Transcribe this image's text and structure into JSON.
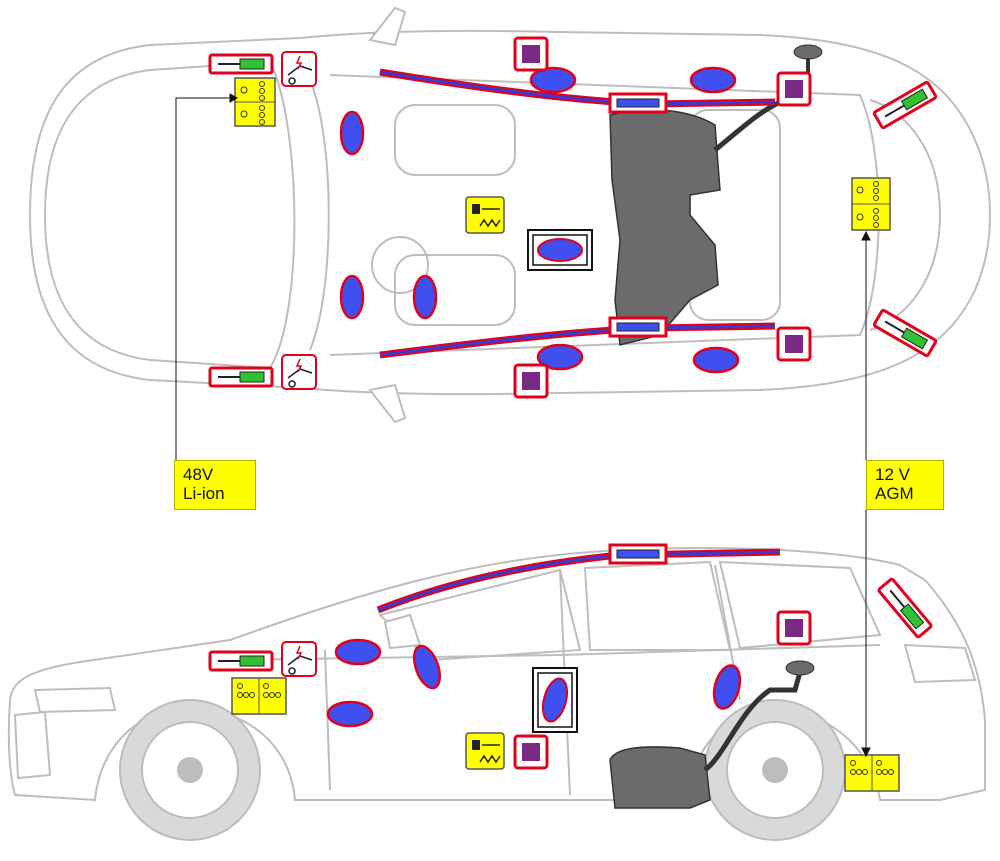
{
  "battery_labels": {
    "front": {
      "voltage": "48V",
      "type": "Li-ion"
    },
    "rear": {
      "voltage": "12 V",
      "type": "AGM"
    }
  },
  "colors": {
    "car_outline": "#bdbdbd",
    "body_fill": "#ffffff",
    "label_fill": "#ffff00",
    "marker_border": "#e2001a",
    "airbag_fill": "#4050f0",
    "sensor_fill": "#7a2a84",
    "gas_generator_fill": "#30c030",
    "fuel_tank_fill": "#6b6b6b",
    "curtain_line": "#3a3ad0"
  },
  "icons": [
    "battery-icon",
    "airbag-icon",
    "curtain-airbag-icon",
    "pretensioner-icon",
    "crash-sensor-icon",
    "gas-generator-icon",
    "high-voltage-hood-icon",
    "fuel-tank-icon"
  ]
}
